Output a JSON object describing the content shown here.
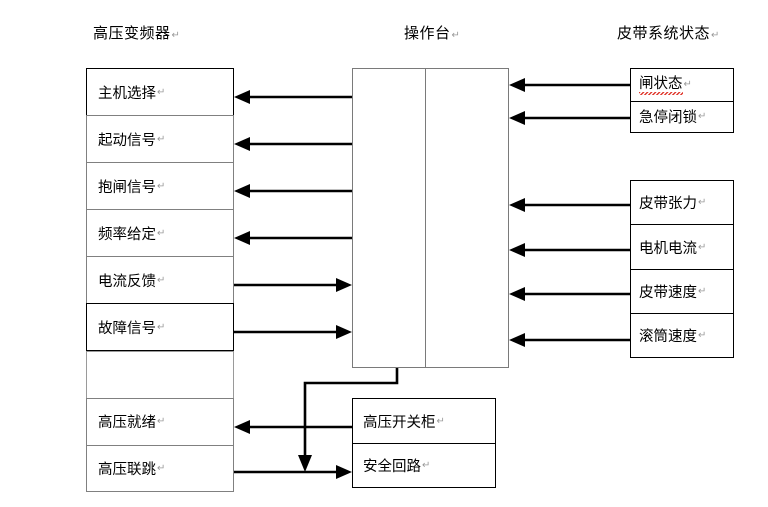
{
  "diagram": {
    "title_row": {
      "left": "高压变频器",
      "center": "操作台",
      "right": "皮带系统状态"
    },
    "pilcrow": "↵",
    "colors": {
      "line": "#000000",
      "box_border": "#808080",
      "box_border_dark": "#000000",
      "spellcheck_underline": "#e03a2f",
      "background": "#ffffff"
    }
  },
  "left_table": {
    "name": "高压变频器",
    "rows": [
      {
        "label": "主机选择",
        "arrow": "left"
      },
      {
        "label": "起动信号",
        "arrow": "left"
      },
      {
        "label": "抱闸信号",
        "arrow": "left"
      },
      {
        "label": "频率给定",
        "arrow": "left"
      },
      {
        "label": "电流反馈",
        "arrow": "right"
      },
      {
        "label": "故障信号",
        "arrow": "right"
      },
      {
        "label": "",
        "arrow": "none"
      },
      {
        "label": "高压就绪",
        "arrow": "left"
      },
      {
        "label": "高压联跳",
        "arrow": "right"
      }
    ]
  },
  "console": {
    "name": "操作台"
  },
  "right_top_table": {
    "rows": [
      {
        "label": "闸状态",
        "arrow": "left",
        "spellcheck": true
      },
      {
        "label": "急停闭锁",
        "arrow": "left",
        "spellcheck": false
      }
    ]
  },
  "right_bottom_table": {
    "rows": [
      {
        "label": "皮带张力",
        "arrow": "left"
      },
      {
        "label": "电机电流",
        "arrow": "left"
      },
      {
        "label": "皮带速度",
        "arrow": "left"
      },
      {
        "label": "滚筒速度",
        "arrow": "left"
      }
    ]
  },
  "bottom_table": {
    "rows": [
      {
        "label": "高压开关柜",
        "arrow": "left"
      },
      {
        "label": "安全回路",
        "arrow": "in"
      }
    ]
  }
}
